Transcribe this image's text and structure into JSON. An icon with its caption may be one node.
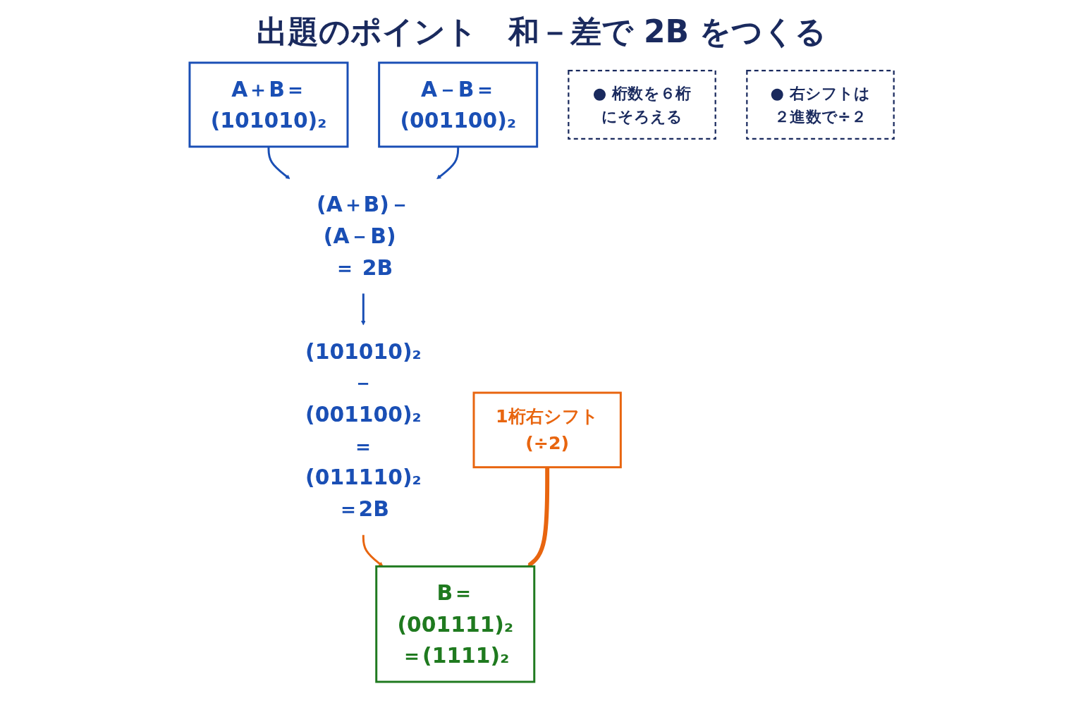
{
  "diagram": {
    "title": "出題のポイント　和－差で 2B をつくる",
    "nodes": [
      {
        "text": [
          "A＋B＝(101010)₂"
        ]
      },
      {
        "text": [
          "A－B＝(001100)₂"
        ]
      },
      {
        "text": [
          "(A＋B)－(A－B) ＝ 2B"
        ]
      },
      {
        "text": [
          "(101010)₂－(001100)₂＝(011110)₂＝2B"
        ]
      },
      {
        "text": [
          "1桁右シフト(÷2)"
        ]
      },
      {
        "text": [
          "B＝(001111)₂＝(1111)₂"
        ]
      },
      {
        "text": [
          "● 桁数を６桁にそろえる"
        ]
      },
      {
        "text": [
          "● 右シフトは２進数で÷２"
        ]
      }
    ],
    "edges": [
      {
        "from": 0,
        "to": 2,
        "arrow": "to"
      },
      {
        "from": 1,
        "to": 2,
        "arrow": "to"
      },
      {
        "from": 2,
        "to": 3,
        "arrow": "to"
      },
      {
        "from": 3,
        "to": 5,
        "arrow": "to",
        "color": "#e8650f"
      },
      {
        "from": 4,
        "to": 5,
        "arrow": "to",
        "style": "thick",
        "color": "#e8650f"
      }
    ]
  }
}
